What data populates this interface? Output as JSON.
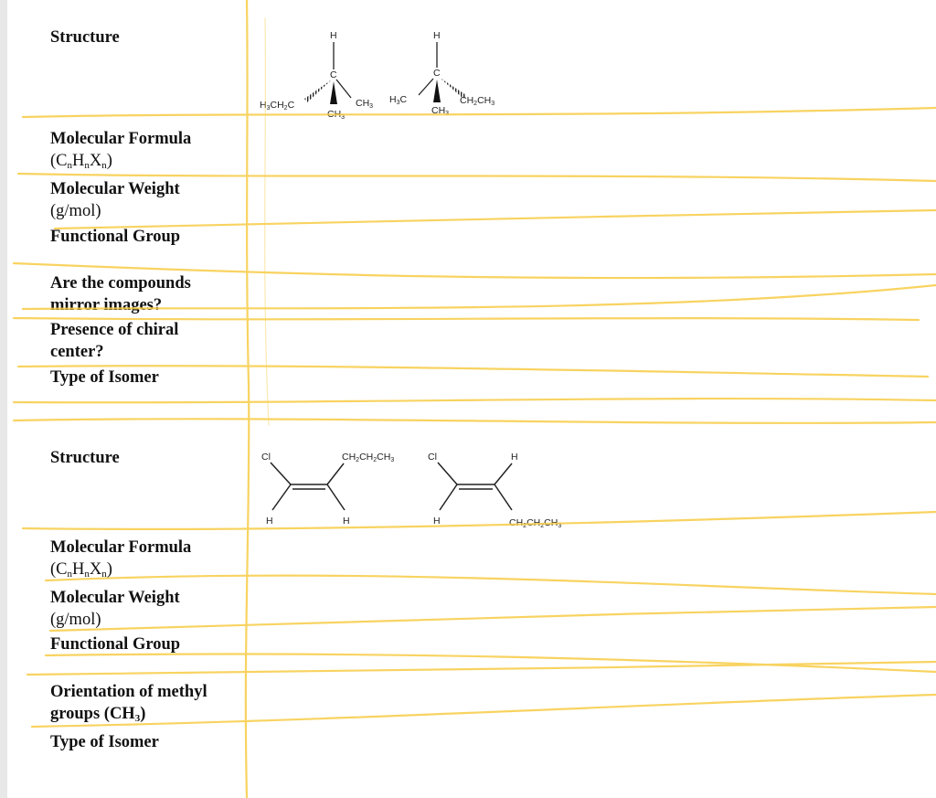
{
  "table1": {
    "rows": {
      "structure": "Structure",
      "formula": "Molecular Formula",
      "formula_paren": "(CnHnXn)",
      "weight": "Molecular Weight",
      "weight_unit": "(g/mol)",
      "functional_group": "Functional Group",
      "mirror_line1": "Are the compounds",
      "mirror_line2": "mirror images?",
      "chiral_line1": "Presence of chiral",
      "chiral_line2": "center?",
      "isomer": "Type of Isomer"
    },
    "molecule_a": {
      "top": "H",
      "center": "C",
      "left": "H3CH2C",
      "right": "CH3",
      "bottom": "CH3"
    },
    "molecule_b": {
      "top": "H",
      "center": "C",
      "left": "H3C",
      "right": "CH2CH3",
      "bottom": "CH3"
    }
  },
  "table2": {
    "rows": {
      "structure": "Structure",
      "formula": "Molecular Formula",
      "formula_paren": "(CnHnXn)",
      "weight": "Molecular Weight",
      "weight_unit": "(g/mol)",
      "functional_group": "Functional Group",
      "orientation_line1": "Orientation of methyl",
      "orientation_line2": "groups (CH3)",
      "isomer": "Type of Isomer"
    },
    "alkene_cis": {
      "top_left": "Cl",
      "top_right": "CH2CH2CH3",
      "bottom_left": "H",
      "bottom_right": "H"
    },
    "alkene_trans": {
      "top_left": "Cl",
      "top_right": "H",
      "bottom_left": "H",
      "bottom_right": "CH2CH2CH3"
    }
  },
  "colors": {
    "highlighter": "#f7cc45",
    "text": "#111111",
    "bond": "#222222"
  }
}
